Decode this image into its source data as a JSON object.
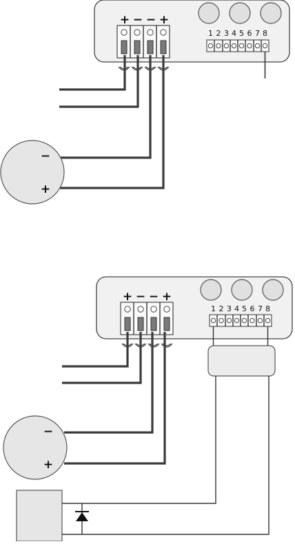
{
  "diagram_top": {
    "terminal_signs": [
      "+",
      "−",
      "−",
      "+"
    ],
    "terminal_numbers": [
      "1",
      "2",
      "3",
      "4",
      "5",
      "6",
      "7",
      "8"
    ],
    "siren_signs": [
      "−",
      "+"
    ]
  },
  "diagram_bottom": {
    "terminal_signs": [
      "+",
      "−",
      "−",
      "+"
    ],
    "terminal_numbers": [
      "1",
      "2",
      "3",
      "4",
      "5",
      "6",
      "7",
      "8"
    ],
    "siren_signs": [
      "−",
      "+"
    ]
  }
}
